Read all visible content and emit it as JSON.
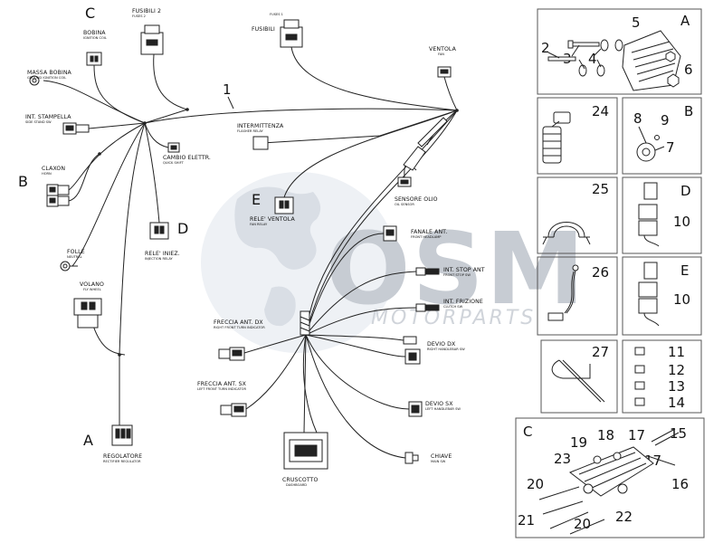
{
  "letters": {
    "C_top": "C",
    "B_left": "B",
    "A_bottom": "A",
    "E_mid": "E",
    "D_mid": "D"
  },
  "harness_ref": "1",
  "labels": {
    "bobina": {
      "title": "BOBINA",
      "sub": "IGNITION COIL"
    },
    "fusibili2": {
      "title": "FUSIBILI 2",
      "sub": "FUSES 2"
    },
    "fusibili": {
      "title": "FUSIBILI",
      "sub": "FUSES 1"
    },
    "ventola": {
      "title": "VENTOLA",
      "sub": "FAN"
    },
    "massa_bobina": {
      "title": "MASSA BOBINA",
      "sub": "GROUND IGNITION COIL"
    },
    "int_stampella": {
      "title": "INT. STAMPELLA",
      "sub": "SIDE STAND SW"
    },
    "intermittenza": {
      "title": "INTERMITTENZA",
      "sub": "FLASHER RELAY"
    },
    "cambio_elettr": {
      "title": "CAMBIO ELETTR.",
      "sub": "QUICK SHIFT"
    },
    "claxon": {
      "title": "CLAXON",
      "sub": "HORN"
    },
    "sensore_olio": {
      "title": "SENSORE OLIO",
      "sub": "OIL SENSOR"
    },
    "rele_ventola": {
      "title": "RELE' VENTOLA",
      "sub": "FAN RELAY"
    },
    "rele_iniez": {
      "title": "RELE' INIEZ.",
      "sub": "INJECTION RELAY"
    },
    "folle": {
      "title": "FOLLE",
      "sub": "NEUTRAL"
    },
    "fanale_ant": {
      "title": "FANALE ANT.",
      "sub": "FRONT HEADLAMP"
    },
    "int_stop_ant": {
      "title": "INT. STOP ANT",
      "sub": "FRONT STOP SW"
    },
    "volano": {
      "title": "VOLANO",
      "sub": "FLY WHEEL"
    },
    "int_frizione": {
      "title": "INT. FRIZIONE",
      "sub": "CLUTCH SW"
    },
    "freccia_ant_dx": {
      "title": "FRECCIA ANT. DX",
      "sub": "RIGHT FRONT TURN INDICATOR"
    },
    "devio_dx": {
      "title": "DEVIO DX",
      "sub": "RIGHT HANDLEBAR SW"
    },
    "freccia_ant_sx": {
      "title": "FRECCIA ANT. SX",
      "sub": "LEFT FRONT TURN INDICATOR"
    },
    "devio_sx": {
      "title": "DEVIO SX",
      "sub": "LEFT HANDLEBAR SW"
    },
    "regolatore": {
      "title": "REGOLATORE",
      "sub": "RECTIFIER REGULATOR"
    },
    "chiave": {
      "title": "CHIAVE",
      "sub": "MAIN SW"
    },
    "cruscotto": {
      "title": "CRUSCOTTO",
      "sub": "DASHBOARD"
    }
  },
  "watermark": {
    "main": "OSM",
    "sub": "MOTORPARTS"
  },
  "panels": {
    "A": {
      "letter": "A",
      "refs": [
        "2",
        "3",
        "4",
        "5",
        "6"
      ]
    },
    "p24": {
      "refs": [
        "24"
      ]
    },
    "B": {
      "letter": "B",
      "refs": [
        "8",
        "9",
        "7"
      ]
    },
    "p25": {
      "refs": [
        "25"
      ]
    },
    "D": {
      "letter": "D",
      "refs": [
        "10"
      ]
    },
    "p26": {
      "refs": [
        "26"
      ]
    },
    "E": {
      "letter": "E",
      "refs": [
        "10"
      ]
    },
    "p27": {
      "refs": [
        "27"
      ]
    },
    "fuses": {
      "refs": [
        "11",
        "12",
        "13",
        "14"
      ]
    },
    "C": {
      "letter": "C",
      "refs": [
        "17",
        "15",
        "18",
        "19",
        "23",
        "17",
        "16",
        "20",
        "21",
        "20",
        "22"
      ]
    }
  },
  "icons": [
    "connector-icon",
    "fuse-icon",
    "relay-icon",
    "bolt-icon",
    "washer-icon",
    "nut-icon",
    "horn-icon",
    "ground-terminal-icon"
  ]
}
